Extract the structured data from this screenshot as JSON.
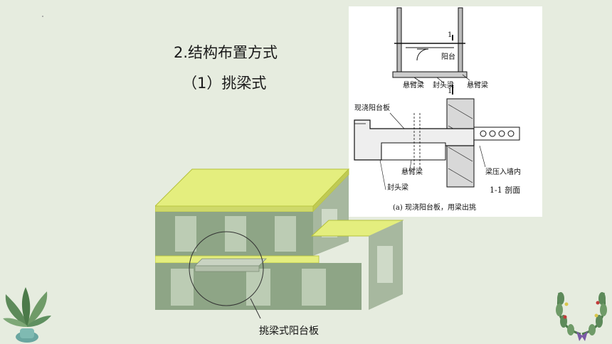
{
  "slide": {
    "title": "2.结构布置方式",
    "subtitle": "（1）挑梁式",
    "caption": "挑梁式阳台板"
  },
  "diagram": {
    "plan": {
      "section_mark_top": "1",
      "section_mark_bottom": "1",
      "balcony_label": "阳台",
      "cantilever_beam_left": "悬臂梁",
      "edge_beam": "封头梁",
      "cantilever_beam_right": "悬臂梁"
    },
    "section": {
      "slab_label": "现浇阳台板",
      "cantilever_beam": "悬臂梁",
      "edge_beam": "封头梁",
      "beam_into_wall": "梁压入墙内",
      "section_title": "1-1 剖面"
    },
    "figure_caption": "(a) 现浇阳台板，用梁出挑"
  },
  "colors": {
    "background": "#e6ecdf",
    "slab_yellow": "#e4ee7e",
    "wall_green": "#8ea586"
  }
}
